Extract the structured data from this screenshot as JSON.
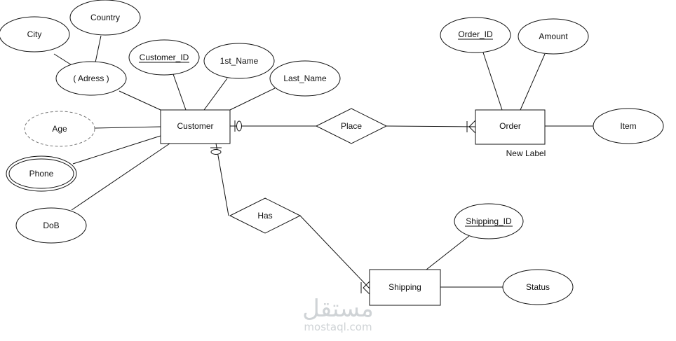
{
  "entities": {
    "customer": "Customer",
    "order": "Order",
    "shipping": "Shipping"
  },
  "relationships": {
    "place": "Place",
    "has": "Has"
  },
  "attributes": {
    "city": "City",
    "country": "Country",
    "adress": "( Adress )",
    "customer_id": "Customer_ID",
    "first_name": "1st_Name",
    "last_name": "Last_Name",
    "age": "Age",
    "phone": "Phone",
    "dob": "DoB",
    "order_id": "Order_ID",
    "amount": "Amount",
    "item": "Item",
    "shipping_id": "Shipping_ID",
    "status": "Status"
  },
  "free_label": "New Label",
  "watermark": {
    "arabic": "مستقل",
    "latin": "mostaql.com"
  }
}
